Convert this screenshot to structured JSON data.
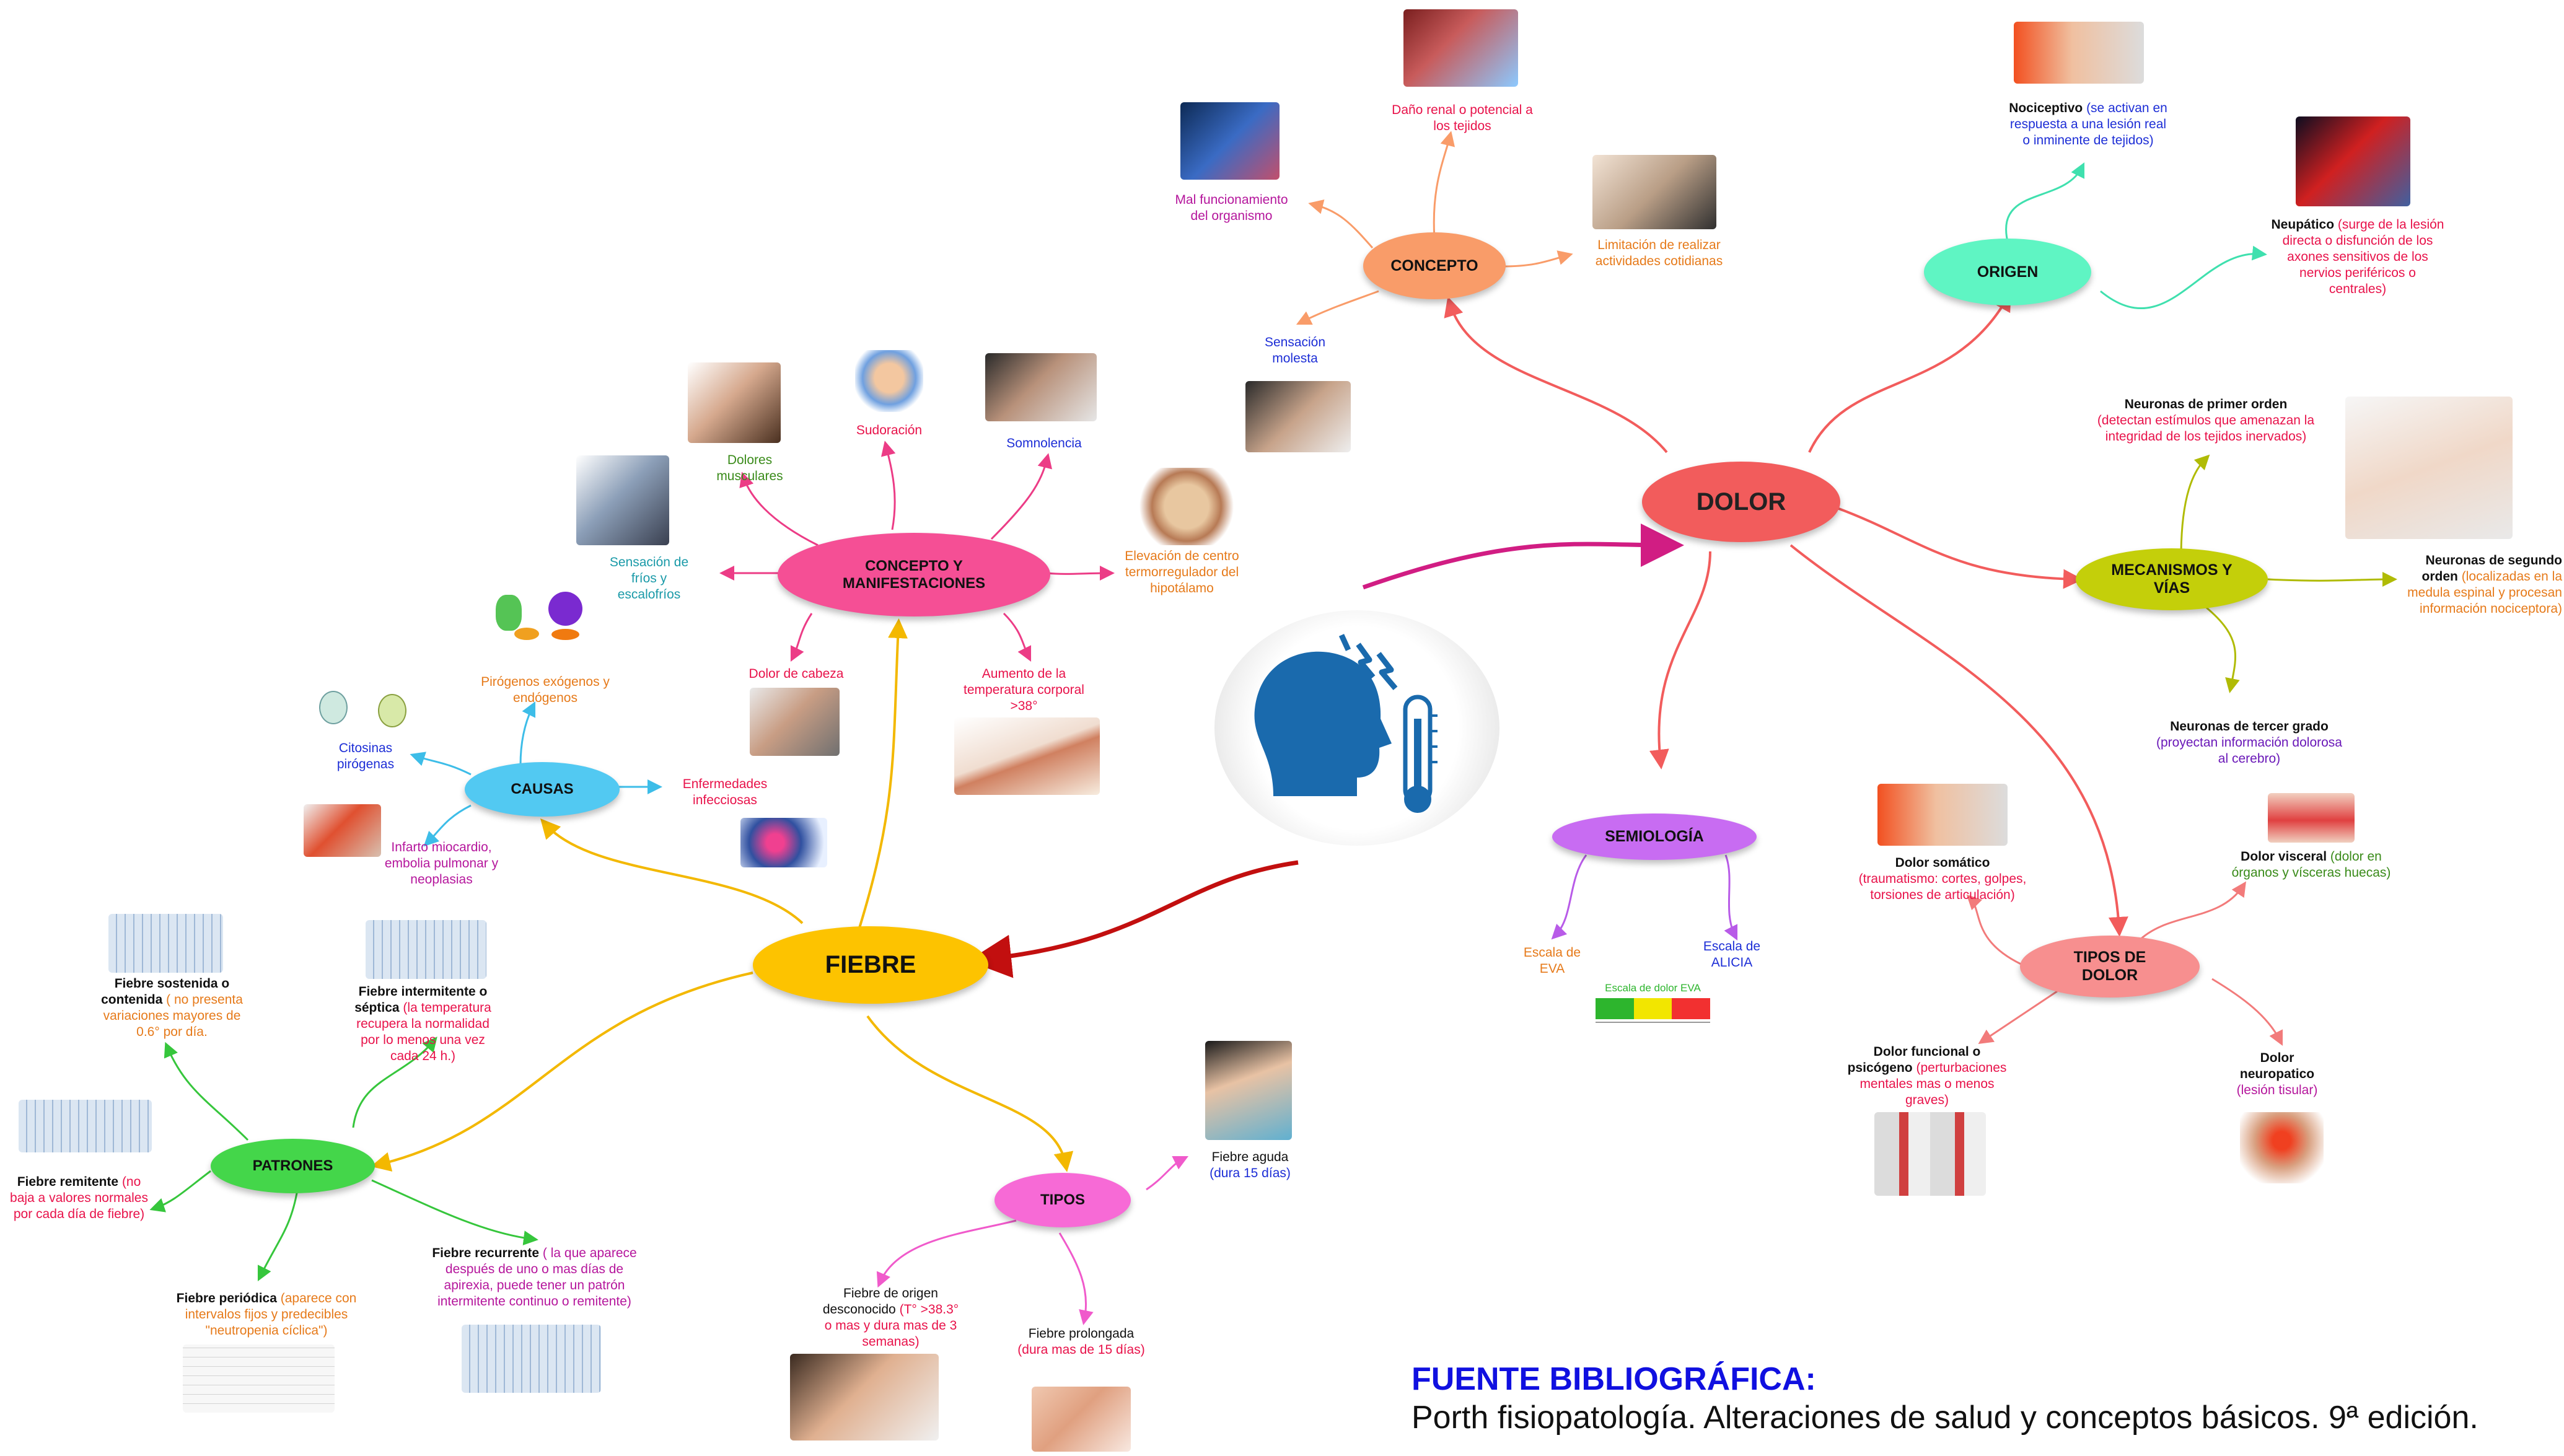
{
  "center": {
    "icon": "head-fever-thermometer-icon"
  },
  "nodes": {
    "dolor": "DOLOR",
    "fiebre": "FIEBRE",
    "concepto": "CONCEPTO",
    "origen": "ORIGEN",
    "mecanismos": "MECANISMOS Y VÍAS",
    "semiologia": "SEMIOLOGÍA",
    "tipos_dolor": "TIPOS DE DOLOR",
    "concepto_manif": "CONCEPTO Y MANIFESTACIONES",
    "causas": "CAUSAS",
    "patrones": "PATRONES",
    "tipos": "TIPOS"
  },
  "dolor_concepto": {
    "dano": "Daño renal o potencial a los tejidos",
    "mal": "Mal funcionamiento del organismo",
    "limitacion": "Limitación de realizar actividades cotidianas",
    "sensacion": "Sensación molesta"
  },
  "origen": {
    "nociceptivo_title": "Nociceptivo",
    "nociceptivo_desc": "(se activan en respuesta a una lesión real o inminente de tejidos)",
    "neupatico_title": "Neupático",
    "neupatico_desc": "(surge de la lesión directa o disfunción de los axones sensitivos de los nervios periféricos o centrales)"
  },
  "mecanismos": {
    "primer_title": "Neuronas de primer orden",
    "primer_desc": "(detectan estímulos que amenazan la integridad de los tejidos inervados)",
    "segundo_title": "Neuronas de segundo orden",
    "segundo_desc": "(localizadas en la medula espinal y procesan información nociceptora)",
    "tercer_title": "Neuronas de tercer grado",
    "tercer_desc": "(proyectan información dolorosa al cerebro)"
  },
  "semiologia": {
    "eva": "Escala de EVA",
    "alicia": "Escala de ALICIA",
    "eva_scale_title": "Escala de dolor EVA",
    "eva_colors": [
      "#2db52d",
      "#f2e600",
      "#f23030"
    ]
  },
  "tipos_dolor": {
    "somatico_title": "Dolor somático",
    "somatico_desc": "(traumatismo: cortes, golpes, torsiones de articulación)",
    "visceral_title": "Dolor visceral",
    "visceral_desc": "(dolor en órganos y vísceras huecas)",
    "funcional_title": "Dolor funcional o psicógeno",
    "funcional_desc": "(perturbaciones mentales mas o menos graves)",
    "neuro_title": "Dolor neuropatico",
    "neuro_desc": "(lesión tisular)"
  },
  "manifestaciones": {
    "dolores": "Dolores musculares",
    "sudoracion": "Sudoración",
    "somnolencia": "Somnolencia",
    "elevacion": "Elevación de centro termorregulador del hipotálamo",
    "aumento": "Aumento de la temperatura corporal >38°",
    "cabeza": "Dolor de cabeza",
    "frios": "Sensación de fríos y escalofríos"
  },
  "causas": {
    "pirogenos": "Pirógenos exógenos y endógenos",
    "citosinas": "Citosinas pirógenas",
    "enfermedades": "Enfermedades infecciosas",
    "infarto": "Infarto miocardio, embolia pulmonar y neoplasias"
  },
  "patrones": {
    "sostenida_title": "Fiebre sostenida o contenida",
    "sostenida_desc": "( no presenta variaciones mayores de 0.6° por día.",
    "intermitente_title": "Fiebre intermitente o séptica",
    "intermitente_desc": "(la temperatura recupera la normalidad por lo menos una vez cada 24 h.)",
    "remitente_title": "Fiebre remitente",
    "remitente_desc": "(no baja a valores normales por cada día de fiebre)",
    "periodica_title": "Fiebre periódica",
    "periodica_desc": "(aparece con intervalos fijos y predecibles \"neutropenia cíclica\")",
    "recurrente_title": "Fiebre recurrente",
    "recurrente_desc": "( la que aparece después de uno o mas días de apirexia, puede tener un patrón intermitente continuo o remitente)"
  },
  "tipos": {
    "aguda_title": "Fiebre aguda",
    "aguda_desc": "(dura 15 días)",
    "origen_title": "Fiebre de origen desconocido",
    "origen_desc": "(T° >38.3° o mas y dura mas de 3 semanas)",
    "prolongada_title": "Fiebre prolongada",
    "prolongada_desc": "(dura mas de 15 días)"
  },
  "fuente": {
    "title": "FUENTE BIBLIOGRÁFICA:",
    "body": "Porth fisiopatología. Alteraciones de salud y conceptos básicos. 9ª edición."
  },
  "colors": {
    "dolor": "#f25c5c",
    "fiebre": "#fdc300",
    "concepto": "#f99c69",
    "origen": "#5ff5c3",
    "mecanismos": "#c4cf0a",
    "semiologia": "#c86cf2",
    "tipos_dolor": "#f78f8f",
    "concepto_manif": "#f54f95",
    "causas": "#52c9f2",
    "patrones": "#44d64a",
    "tipos": "#f76ad6"
  }
}
